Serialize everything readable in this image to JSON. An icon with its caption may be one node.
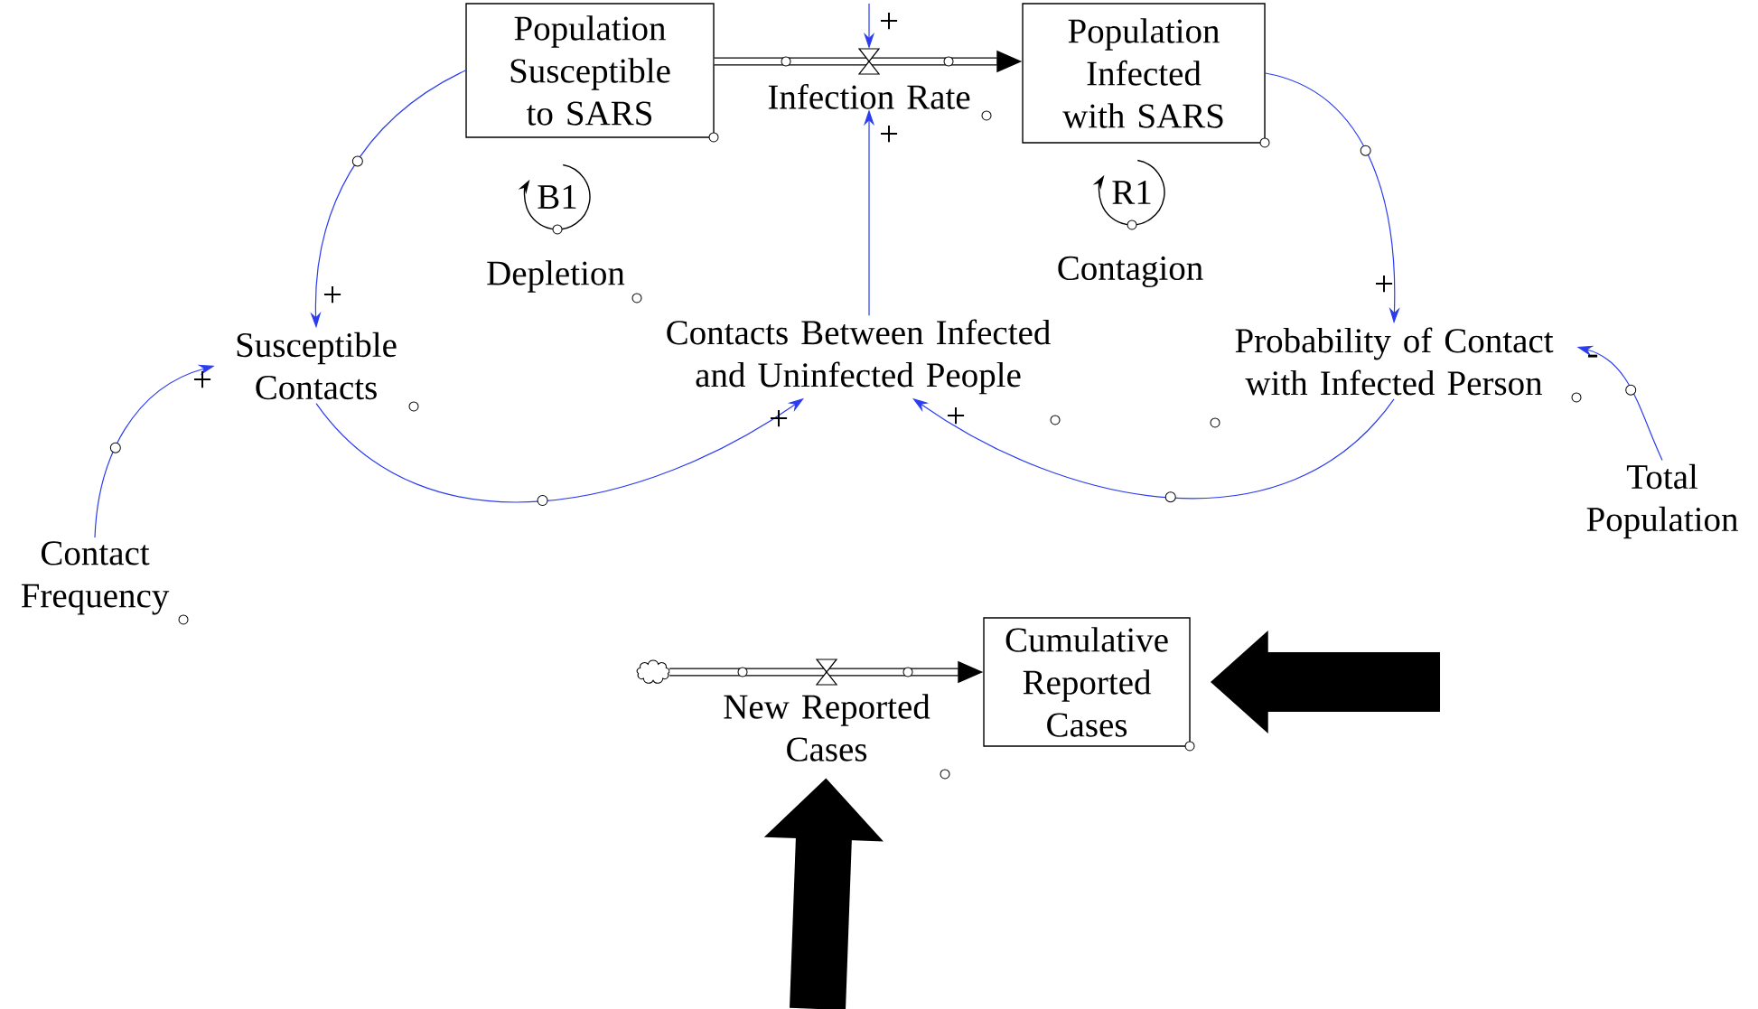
{
  "diagram": {
    "nodes": [
      {
        "text": [
          "Population Susceptible to SARS"
        ]
      },
      {
        "text": [
          "Infection Rate"
        ]
      },
      {
        "text": [
          "Population Infected with SARS"
        ]
      },
      {
        "text": [
          "Susceptible Contacts"
        ]
      },
      {
        "text": [
          "Contacts Between Infected and Uninfected People"
        ]
      },
      {
        "text": [
          "Probability of Contact with Infected Person"
        ]
      },
      {
        "text": [
          "Contact Frequency"
        ]
      },
      {
        "text": [
          "Total Population"
        ]
      },
      {
        "text": [],
        "shape": "cloud"
      },
      {
        "text": [
          "New Reported Cases"
        ]
      },
      {
        "text": [
          "Cumulative Reported Cases"
        ]
      }
    ],
    "edges": [
      {
        "from": 0,
        "to": 1,
        "arrow": "other",
        "style": "thick",
        "color": "#000000"
      },
      {
        "from": 1,
        "to": 2,
        "arrow": "to",
        "style": "thick",
        "color": "#000000"
      },
      {
        "from": null,
        "to": 1,
        "arrow": "to",
        "label": "+"
      },
      {
        "from": 4,
        "to": 1,
        "arrow": "to",
        "label": "+"
      },
      {
        "from": 0,
        "to": 3,
        "arrow": "to",
        "label": "+"
      },
      {
        "from": 6,
        "to": 3,
        "arrow": "to",
        "label": "+"
      },
      {
        "from": 3,
        "to": 4,
        "arrow": "to",
        "label": "+"
      },
      {
        "from": 5,
        "to": 4,
        "arrow": "to",
        "label": "+"
      },
      {
        "from": 2,
        "to": 5,
        "arrow": "to",
        "label": "+"
      },
      {
        "from": 7,
        "to": 5,
        "arrow": "to",
        "label": "-"
      },
      {
        "from": 8,
        "to": 9,
        "arrow": "other",
        "style": "thick",
        "color": "#000000"
      },
      {
        "from": 9,
        "to": 10,
        "arrow": "to",
        "style": "thick",
        "color": "#000000"
      },
      {
        "from": null,
        "to": 10,
        "arrow": "to",
        "style": "thick",
        "color": "#000000"
      },
      {
        "from": null,
        "to": 9,
        "arrow": "to",
        "style": "thick",
        "color": "#000000"
      }
    ],
    "labels": [
      "B1",
      "Depletion",
      "R1",
      "Contagion"
    ]
  }
}
